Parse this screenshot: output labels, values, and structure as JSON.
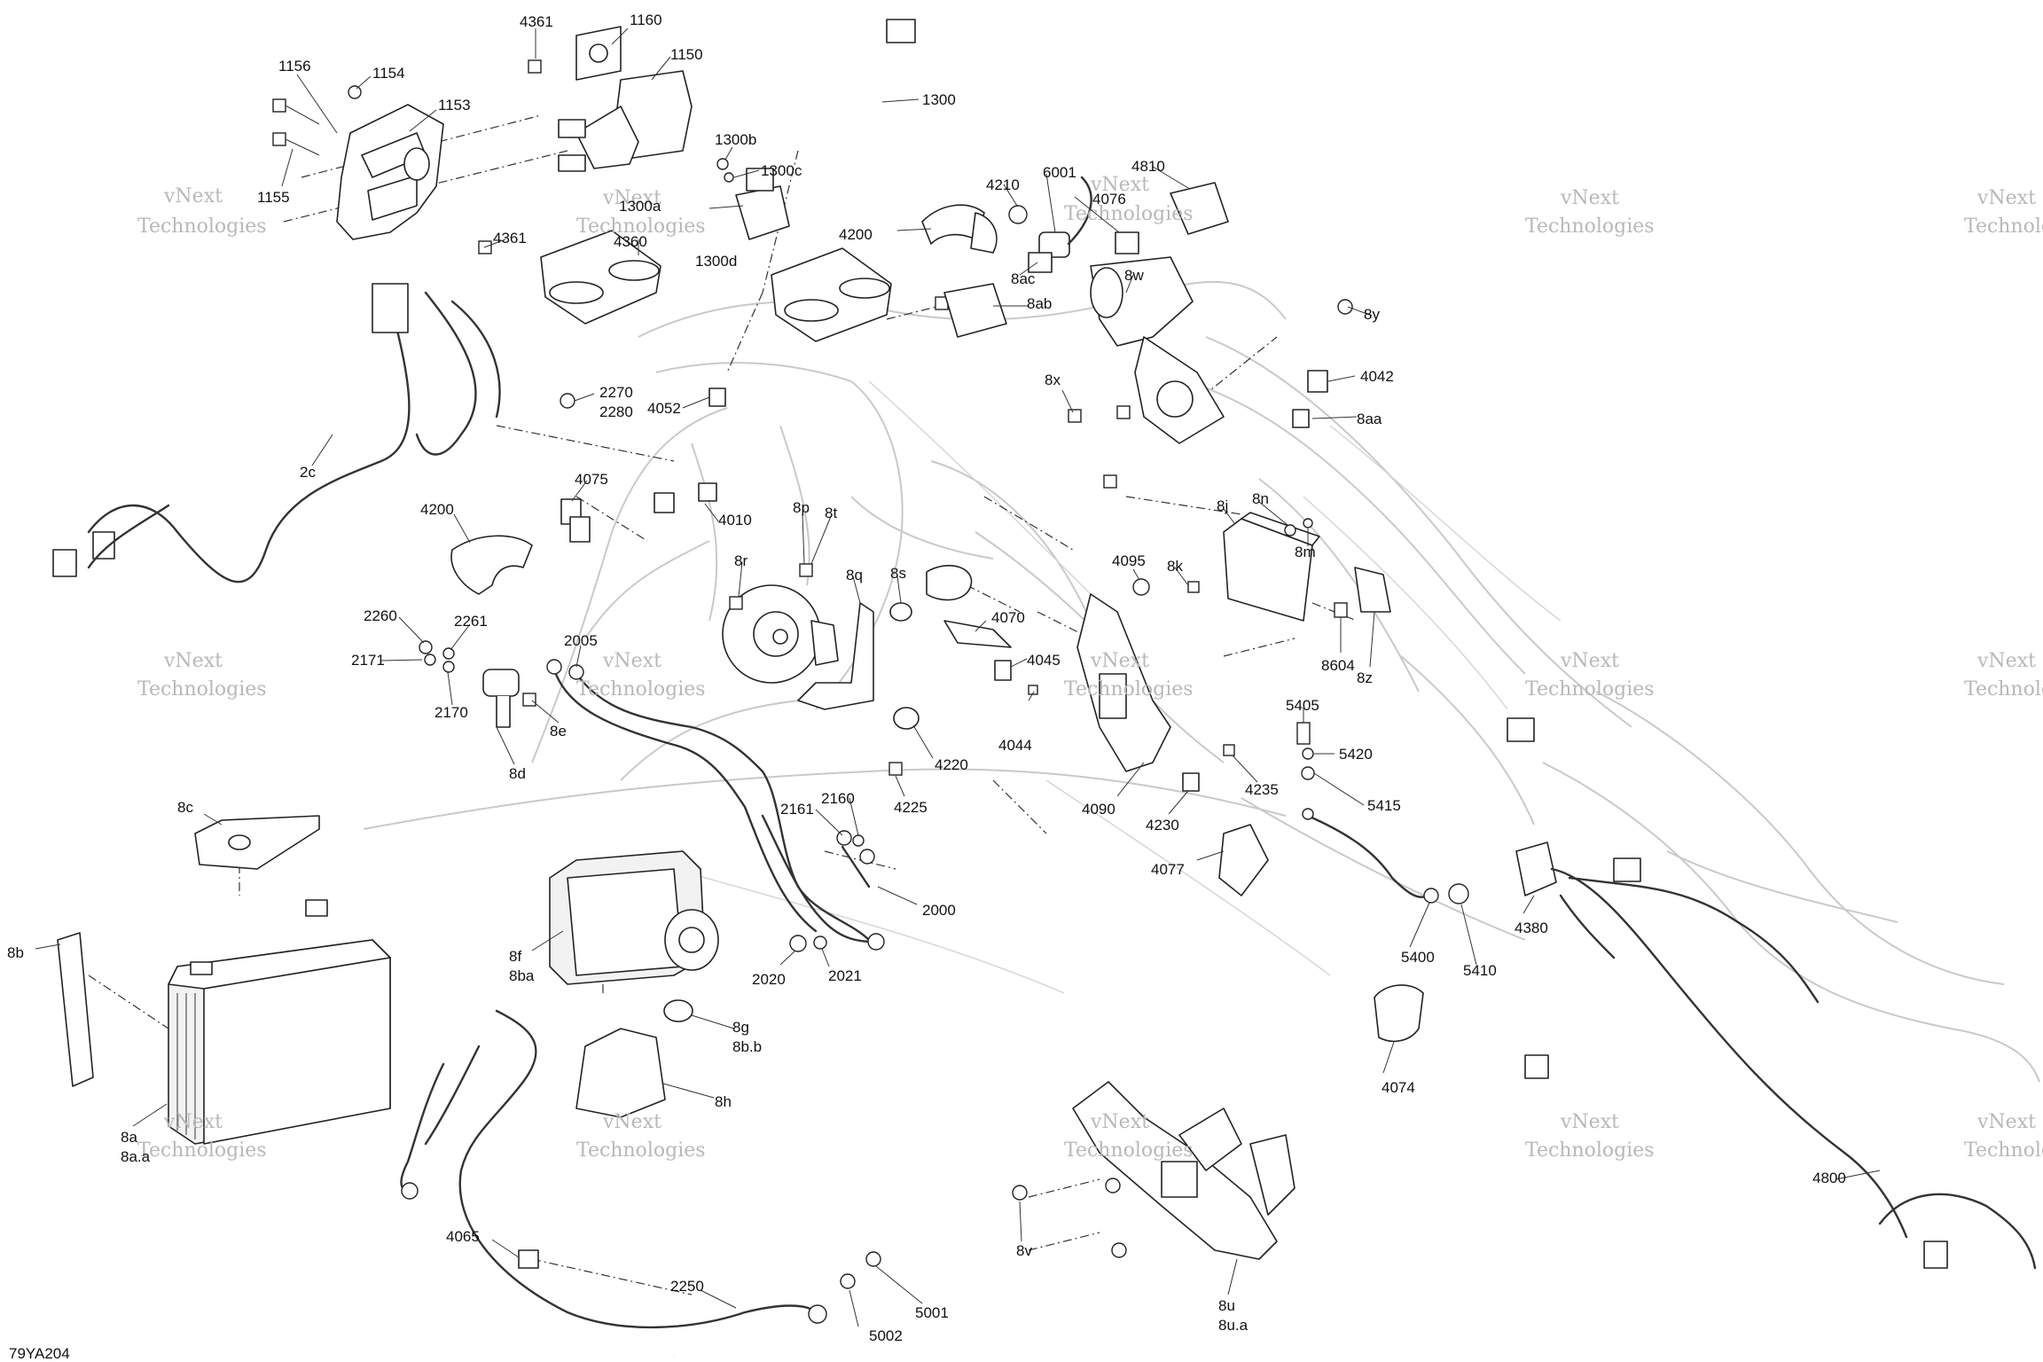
{
  "diagram_code": "79YA204",
  "watermark": [
    "vNext",
    "Technologies"
  ],
  "callouts": {
    "c1156": "1156",
    "c1154": "1154",
    "c1153": "1153",
    "c1155": "1155",
    "c4361a": "4361",
    "c1160": "1160",
    "c1150": "1150",
    "c1300": "1300",
    "c1300b": "1300b",
    "c1300c": "1300c",
    "c1300a": "1300a",
    "c1300d": "1300d",
    "c4360": "4360",
    "c4361b": "4361",
    "c2270": "2270",
    "c2280": "2280",
    "c4052": "4052",
    "c2c": "2c",
    "c4210": "4210",
    "c6001": "6001",
    "c4076": "4076",
    "c4810": "4810",
    "c4200a": "4200",
    "c8ac": "8ac",
    "c8ab": "8ab",
    "c8w": "8w",
    "c8y": "8y",
    "c4042": "4042",
    "c8x": "8x",
    "c8aa": "8aa",
    "c4075": "4075",
    "c4200b": "4200",
    "c4010": "4010",
    "c8p": "8p",
    "c8t": "8t",
    "c8r": "8r",
    "c8q": "8q",
    "c8s": "8s",
    "c8j": "8j",
    "c8n": "8n",
    "c8m": "8m",
    "c4095": "4095",
    "c8k": "8k",
    "c2260": "2260",
    "c2261": "2261",
    "c2171": "2171",
    "c2170": "2170",
    "c2005": "2005",
    "c8e": "8e",
    "c8d": "8d",
    "c4070": "4070",
    "c4045": "4045",
    "c4044": "4044",
    "c8604": "8604",
    "c8z": "8z",
    "c4220": "4220",
    "c4225": "4225",
    "c5405": "5405",
    "c5420": "5420",
    "c5415": "5415",
    "c4235": "4235",
    "c4090": "4090",
    "c4230": "4230",
    "c8c": "8c",
    "c2161": "2161",
    "c2160": "2160",
    "c4077": "4077",
    "c8b": "8b",
    "c2000": "2000",
    "c8f": "8f",
    "c8ba": "8ba",
    "c2020": "2020",
    "c2021": "2021",
    "c5400": "5400",
    "c5410": "5410",
    "c4380": "4380",
    "c8g": "8g",
    "c8bb": "8b.b",
    "c8h": "8h",
    "c4074": "4074",
    "c8a": "8a",
    "c8aa2": "8a.a",
    "c4800": "4800",
    "c8v": "8v",
    "c4065": "4065",
    "c2250": "2250",
    "c5001": "5001",
    "c5002": "5002",
    "c8u": "8u",
    "c8ua": "8u.a"
  }
}
